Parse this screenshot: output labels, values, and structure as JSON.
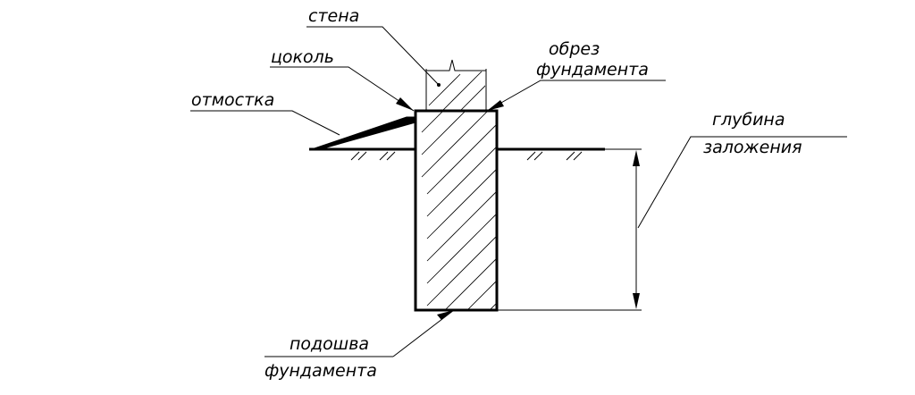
{
  "labels": {
    "wall": "стена",
    "plinth": "цоколь",
    "blind_area": "отмостка",
    "foundation_top_line1": "обрез",
    "foundation_top_line2": "фундамента",
    "depth_line1": "глубина",
    "depth_line2": "заложения",
    "sole_line1": "подошва",
    "sole_line2": "фундамента"
  },
  "colors": {
    "line": "#000000",
    "background": "#ffffff"
  }
}
